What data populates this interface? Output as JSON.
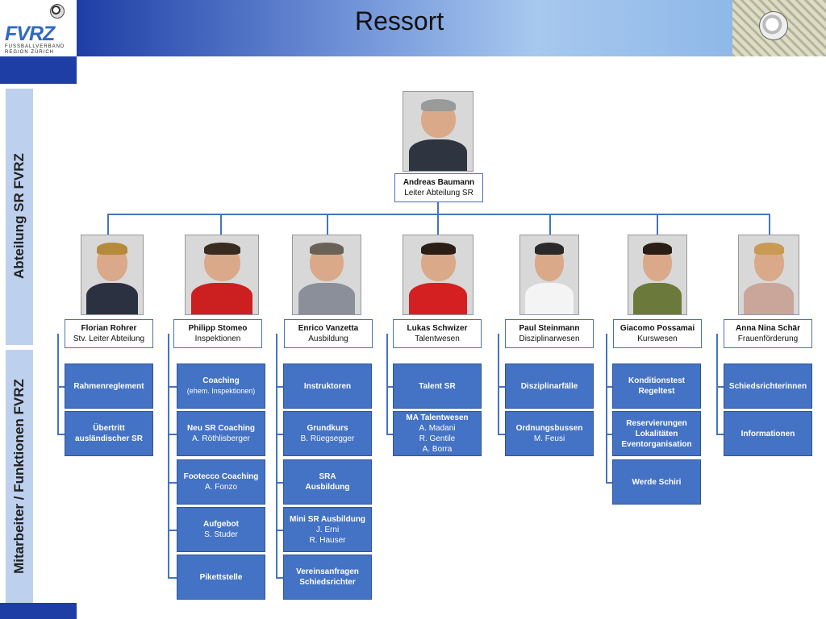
{
  "header": {
    "title": "Ressort",
    "logo_text": "FVRZ",
    "logo_sub1": "FUSSBALLVERBAND",
    "logo_sub2": "REGION ZÜRICH"
  },
  "side": {
    "top_label": "Abteilung SR FVRZ",
    "bottom_label": "Mitarbeiter / Funktionen FVRZ"
  },
  "head": {
    "name": "Andreas Baumann",
    "role": "Leiter Abteilung SR"
  },
  "persons": [
    {
      "name": "Florian Rohrer",
      "role": "Stv. Leiter Abteilung"
    },
    {
      "name": "Philipp Stomeo",
      "role": "Inspektionen"
    },
    {
      "name": "Enrico Vanzetta",
      "role": "Ausbildung"
    },
    {
      "name": "Lukas Schwizer",
      "role": "Talentwesen"
    },
    {
      "name": "Paul Steinmann",
      "role": "Disziplinarwesen"
    },
    {
      "name": "Giacomo Possamai",
      "role": "Kurswesen"
    },
    {
      "name": "Anna Nina Schär",
      "role": "Frauenförderung"
    }
  ],
  "tasks": {
    "c0": [
      {
        "lines": [
          "Rahmenreglement"
        ]
      },
      {
        "lines": [
          "Übertritt",
          "ausländischer SR"
        ]
      }
    ],
    "c1": [
      {
        "lines": [
          "Coaching"
        ],
        "sub": "(ehem. Inspektionen)"
      },
      {
        "lines": [
          "Neu SR Coaching"
        ],
        "sub": "A. Röthlisberger"
      },
      {
        "lines": [
          "Footecco  Coaching"
        ],
        "sub": "A. Fonzo"
      },
      {
        "lines": [
          "Aufgebot"
        ],
        "sub": "S. Studer"
      },
      {
        "lines": [
          "Pikettstelle"
        ]
      }
    ],
    "c2": [
      {
        "lines": [
          "Instruktoren"
        ]
      },
      {
        "lines": [
          "Grundkurs"
        ],
        "sub": "B. Rüegsegger"
      },
      {
        "lines": [
          "SRA",
          "Ausbildung"
        ]
      },
      {
        "lines": [
          "Mini SR Ausbildung"
        ],
        "sub2": [
          "J. Erni",
          "R. Hauser"
        ]
      },
      {
        "lines": [
          "Vereinsanfragen",
          "Schiedsrichter"
        ]
      }
    ],
    "c3": [
      {
        "lines": [
          "Talent SR"
        ]
      },
      {
        "lines": [
          "MA Talentwesen"
        ],
        "sub2": [
          "A. Madani",
          "R. Gentile",
          "A. Borra"
        ]
      }
    ],
    "c4": [
      {
        "lines": [
          "Disziplinarfälle"
        ]
      },
      {
        "lines": [
          "Ordnungsbussen"
        ],
        "sub": "M. Feusi"
      }
    ],
    "c5": [
      {
        "lines": [
          "Konditionstest",
          "Regeltest"
        ]
      },
      {
        "lines": [
          "Reservierungen",
          "Lokalitäten",
          "Eventorganisation"
        ]
      },
      {
        "lines": [
          "Werde Schiri"
        ]
      }
    ],
    "c6": [
      {
        "lines": [
          "Schiedsrichterinnen"
        ]
      },
      {
        "lines": [
          "Informationen"
        ]
      }
    ]
  },
  "colors": {
    "header_dark": "#1e3ea6",
    "box_blue": "#4472c4",
    "line_blue": "#4673c2",
    "side_panel": "#bdd0ee"
  }
}
